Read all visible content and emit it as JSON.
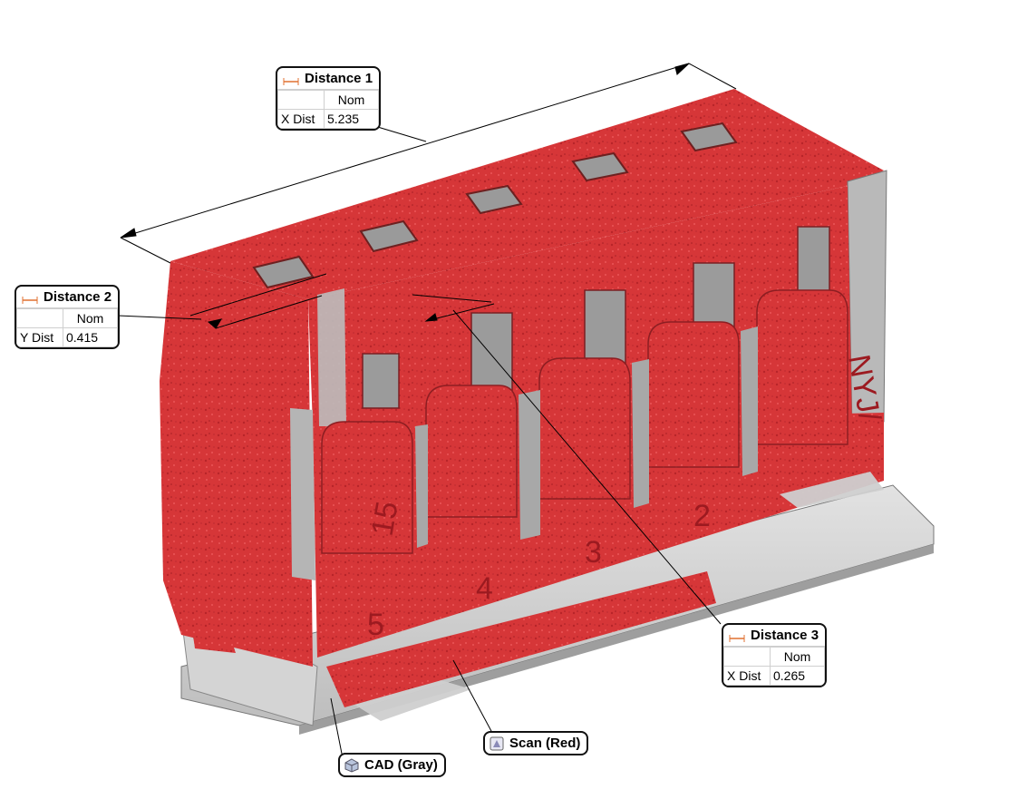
{
  "callouts": {
    "d1": {
      "title": "Distance 1",
      "col": "Nom",
      "key": "X Dist",
      "value": "5.235"
    },
    "d2": {
      "title": "Distance 2",
      "col": "Nom",
      "key": "Y Dist",
      "value": "0.415"
    },
    "d3": {
      "title": "Distance 3",
      "col": "Nom",
      "key": "X Dist",
      "value": "0.265"
    }
  },
  "legend": {
    "scan": "Scan (Red)",
    "cad": "CAD (Gray)"
  },
  "engravings": {
    "n15": "15",
    "n5": "5",
    "n4": "4",
    "n3": "3",
    "n2": "2",
    "logo": "NYJ/"
  },
  "colors": {
    "scan": "#d9373a",
    "cad": "#c8c8c8",
    "leader": "#000000"
  },
  "icons": {
    "distance": "distance-measure-icon",
    "scan": "scan-object-icon",
    "cad": "cad-object-icon"
  }
}
